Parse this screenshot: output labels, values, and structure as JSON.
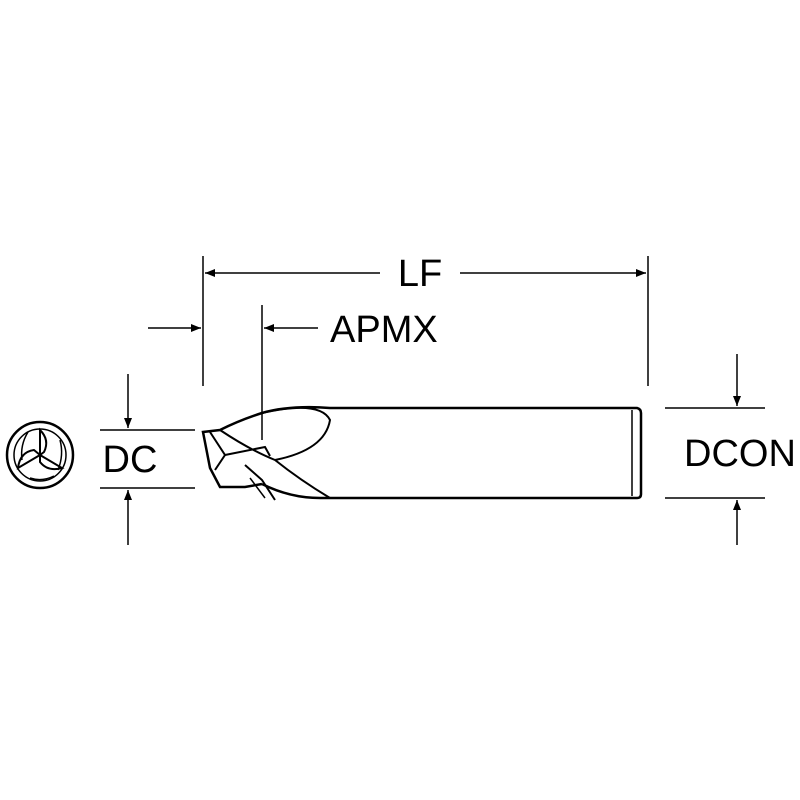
{
  "labels": {
    "lf": "LF",
    "apmx": "APMX",
    "dc": "DC",
    "dcon": "DCON"
  },
  "colors": {
    "stroke": "#000000",
    "background": "#ffffff"
  }
}
